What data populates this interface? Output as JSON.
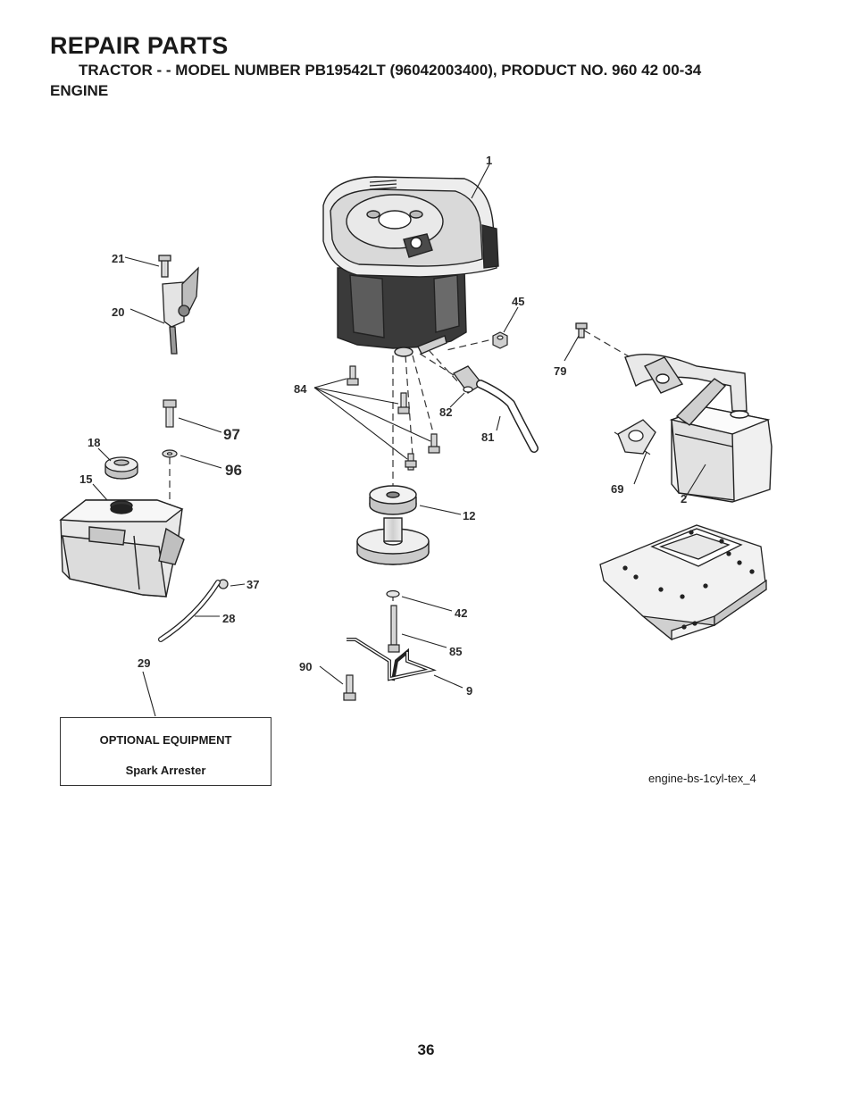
{
  "header": {
    "title": "REPAIR PARTS",
    "subtitle": "TRACTOR - - MODEL NUMBER PB19542LT (96042003400), PRODUCT NO. 960 42 00-34",
    "section": "ENGINE"
  },
  "callouts": {
    "c1": "1",
    "c2": "2",
    "c9": "9",
    "c12": "12",
    "c15": "15",
    "c18": "18",
    "c20": "20",
    "c21": "21",
    "c28": "28",
    "c29": "29",
    "c37": "37",
    "c42": "42",
    "c45": "45",
    "c69": "69",
    "c79": "79",
    "c81": "81",
    "c82": "82",
    "c84": "84",
    "c85": "85",
    "c90": "90",
    "c96": "96",
    "c97": "97"
  },
  "optional_equipment": {
    "title": "OPTIONAL EQUIPMENT",
    "item": "Spark Arrester"
  },
  "diagram_id": "engine-bs-1cyl-tex_4",
  "page_number": "36"
}
